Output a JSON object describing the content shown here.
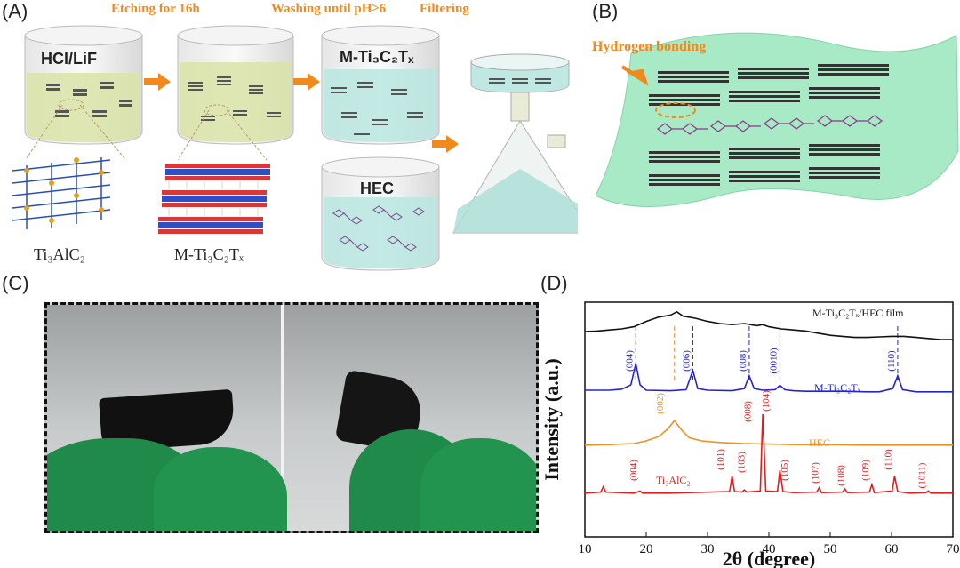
{
  "panels": {
    "a": "(A)",
    "b": "(B)",
    "c": "(C)",
    "d": "(D)"
  },
  "schematic": {
    "step1": "Etching for 16h",
    "step2": "Washing until pH≥6",
    "step3": "Filtering",
    "beaker1": "HCl/LiF",
    "beaker3": "M-Ti₃C₂Tₓ",
    "beaker4": "HEC",
    "crystal1": "Ti₃AlC₂",
    "crystal2": "M-Ti₃C₂Tₓ",
    "bonding": "Hydrogen bonding"
  },
  "colors": {
    "orange": "#f08a1c",
    "green_liquid": "#d9e3a8",
    "teal_liquid": "#b9e6e0",
    "film_green": "#9fe7c0",
    "glove": "#1f8a4a",
    "blue": "#2323d6",
    "red": "#e01e1e",
    "black": "#111111",
    "hec": "#f0901e"
  },
  "chart_data": {
    "type": "line",
    "xlabel": "2θ (degree)",
    "ylabel": "Intensity (a.u.)",
    "xlim": [
      10,
      70
    ],
    "xticks": [
      10,
      20,
      30,
      40,
      50,
      60,
      70
    ],
    "series": [
      {
        "name": "M-Ti₃C₂Tₓ/HEC film",
        "color": "#111111",
        "offset": 3.7,
        "points": [
          [
            10,
            0.15
          ],
          [
            12,
            0.16
          ],
          [
            14,
            0.18
          ],
          [
            16,
            0.2
          ],
          [
            18,
            0.24
          ],
          [
            20,
            0.34
          ],
          [
            22,
            0.42
          ],
          [
            24,
            0.46
          ],
          [
            25,
            0.52
          ],
          [
            26,
            0.44
          ],
          [
            28,
            0.4
          ],
          [
            30,
            0.34
          ],
          [
            32,
            0.3
          ],
          [
            34,
            0.28
          ],
          [
            36,
            0.3
          ],
          [
            38,
            0.26
          ],
          [
            39,
            0.28
          ],
          [
            40,
            0.24
          ],
          [
            42,
            0.2
          ],
          [
            44,
            0.18
          ],
          [
            46,
            0.16
          ],
          [
            48,
            0.12
          ],
          [
            50,
            0.08
          ],
          [
            52,
            0.06
          ],
          [
            54,
            0.04
          ],
          [
            56,
            0.04
          ],
          [
            58,
            0.05
          ],
          [
            60,
            0.06
          ],
          [
            62,
            0.06
          ],
          [
            64,
            0.04
          ],
          [
            66,
            0.02
          ],
          [
            68,
            0.0
          ],
          [
            70,
            0.0
          ]
        ]
      },
      {
        "name": "M-Ti₃C₂Tₓ",
        "color": "#2323d6",
        "offset": 2.7,
        "points": [
          [
            10,
            0.05
          ],
          [
            14,
            0.05
          ],
          [
            16,
            0.07
          ],
          [
            17.5,
            0.15
          ],
          [
            18.3,
            0.55
          ],
          [
            19,
            0.15
          ],
          [
            20,
            0.05
          ],
          [
            24,
            0.04
          ],
          [
            26.5,
            0.06
          ],
          [
            27.6,
            0.42
          ],
          [
            28.4,
            0.08
          ],
          [
            30,
            0.05
          ],
          [
            34,
            0.04
          ],
          [
            36,
            0.08
          ],
          [
            36.8,
            0.32
          ],
          [
            37.6,
            0.08
          ],
          [
            39,
            0.05
          ],
          [
            41,
            0.06
          ],
          [
            41.8,
            0.14
          ],
          [
            42.6,
            0.06
          ],
          [
            44,
            0.04
          ],
          [
            46,
            0.03
          ],
          [
            48,
            0.03
          ],
          [
            52,
            0.03
          ],
          [
            56,
            0.02
          ],
          [
            58,
            0.02
          ],
          [
            60.2,
            0.08
          ],
          [
            61,
            0.32
          ],
          [
            61.8,
            0.06
          ],
          [
            64,
            0.02
          ],
          [
            70,
            0.02
          ]
        ]
      },
      {
        "name": "HEC",
        "color": "#f0901e",
        "offset": 1.7,
        "points": [
          [
            10,
            0.02
          ],
          [
            14,
            0.03
          ],
          [
            18,
            0.05
          ],
          [
            20,
            0.1
          ],
          [
            22,
            0.18
          ],
          [
            23.5,
            0.32
          ],
          [
            24.6,
            0.48
          ],
          [
            25.8,
            0.3
          ],
          [
            27,
            0.16
          ],
          [
            29,
            0.1
          ],
          [
            32,
            0.07
          ],
          [
            36,
            0.05
          ],
          [
            40,
            0.04
          ],
          [
            45,
            0.03
          ],
          [
            50,
            0.03
          ],
          [
            55,
            0.02
          ],
          [
            60,
            0.02
          ],
          [
            65,
            0.02
          ],
          [
            70,
            0.02
          ]
        ]
      },
      {
        "name": "Ti₃AlC₂",
        "color": "#e01e1e",
        "offset": 0.8,
        "points": [
          [
            10,
            0.02
          ],
          [
            12.6,
            0.04
          ],
          [
            13,
            0.14
          ],
          [
            13.4,
            0.04
          ],
          [
            18,
            0.02
          ],
          [
            19,
            0.06
          ],
          [
            19.4,
            0.02
          ],
          [
            24,
            0.02
          ],
          [
            33.6,
            0.05
          ],
          [
            34,
            0.34
          ],
          [
            34.4,
            0.05
          ],
          [
            35.6,
            0.04
          ],
          [
            36,
            0.08
          ],
          [
            36.4,
            0.04
          ],
          [
            38.6,
            0.06
          ],
          [
            39,
            1.5
          ],
          [
            39.5,
            0.06
          ],
          [
            41.4,
            0.05
          ],
          [
            41.8,
            0.45
          ],
          [
            42.3,
            0.05
          ],
          [
            44,
            0.03
          ],
          [
            47.8,
            0.04
          ],
          [
            48.2,
            0.12
          ],
          [
            48.6,
            0.03
          ],
          [
            52,
            0.04
          ],
          [
            52.4,
            0.1
          ],
          [
            52.8,
            0.03
          ],
          [
            56.4,
            0.04
          ],
          [
            56.8,
            0.18
          ],
          [
            57.2,
            0.03
          ],
          [
            60.1,
            0.06
          ],
          [
            60.5,
            0.34
          ],
          [
            61,
            0.05
          ],
          [
            63,
            0.02
          ],
          [
            65.6,
            0.03
          ],
          [
            66,
            0.06
          ],
          [
            66.4,
            0.02
          ],
          [
            70,
            0.02
          ]
        ]
      }
    ],
    "annotations": [
      {
        "text": "(004)",
        "x": 18.3,
        "color": "#2323d6",
        "level": 3.3
      },
      {
        "text": "(006)",
        "x": 27.6,
        "color": "#2323d6",
        "level": 3.3
      },
      {
        "text": "(008)",
        "x": 36.8,
        "color": "#2323d6",
        "level": 3.3
      },
      {
        "text": "(0010)",
        "x": 41.8,
        "color": "#2323d6",
        "level": 3.3
      },
      {
        "text": "(110)",
        "x": 61.0,
        "color": "#2323d6",
        "level": 3.3
      },
      {
        "text": "(002)",
        "x": 23.3,
        "color": "#f0901e",
        "level": 2.5
      },
      {
        "text": "(008)",
        "x": 37.6,
        "color": "#e01e1e",
        "level": 2.35
      },
      {
        "text": "(104)",
        "x": 40.6,
        "color": "#e01e1e",
        "level": 2.55
      },
      {
        "text": "(004)",
        "x": 19.0,
        "color": "#e01e1e",
        "level": 1.25
      },
      {
        "text": "(101)",
        "x": 33.2,
        "color": "#e01e1e",
        "level": 1.45
      },
      {
        "text": "(103)",
        "x": 36.6,
        "color": "#e01e1e",
        "level": 1.4
      },
      {
        "text": "(105)",
        "x": 43.6,
        "color": "#e01e1e",
        "level": 1.25
      },
      {
        "text": "(107)",
        "x": 48.6,
        "color": "#e01e1e",
        "level": 1.2
      },
      {
        "text": "(108)",
        "x": 52.8,
        "color": "#e01e1e",
        "level": 1.15
      },
      {
        "text": "(109)",
        "x": 56.8,
        "color": "#e01e1e",
        "level": 1.25
      },
      {
        "text": "(110)",
        "x": 60.5,
        "color": "#e01e1e",
        "level": 1.45
      },
      {
        "text": "(1011)",
        "x": 66.0,
        "color": "#e01e1e",
        "level": 1.15
      }
    ],
    "series_labels": [
      {
        "text": "M-Ti₃C₂Tₓ/HEC film",
        "color": "#111111"
      },
      {
        "text": "M-Ti₃C₂Tₓ",
        "color": "#2323d6"
      },
      {
        "text": "HEC",
        "color": "#f0901e"
      },
      {
        "text": "Ti₃AlC₂",
        "color": "#e01e1e"
      }
    ],
    "dashed_lines": [
      18.3,
      24.6,
      27.6,
      36.8,
      41.8,
      61.0
    ]
  }
}
